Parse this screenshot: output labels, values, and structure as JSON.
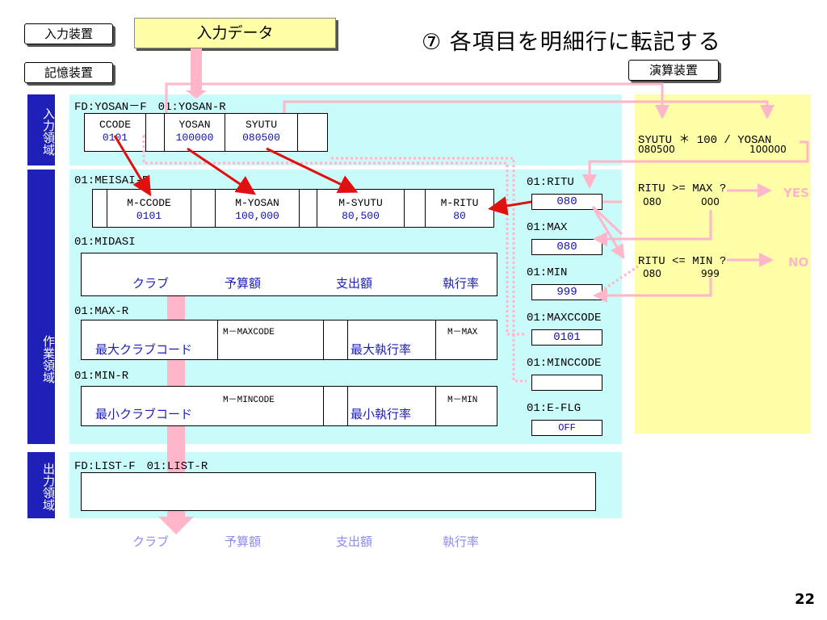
{
  "devices": {
    "input_device": "入力装置",
    "storage_device": "記憶装置",
    "calc_device": "演算装置"
  },
  "input_data_label": "入力データ",
  "title": "⑦ 各項目を明細行に転記する",
  "area_labels": {
    "input": "入力領域",
    "work": "作業領域",
    "output": "出力領域"
  },
  "input_record": {
    "name": "FD:YOSAN－F　01:YOSAN-R",
    "fields": [
      {
        "name": "CCODE",
        "value": "0101"
      },
      {
        "name": "YOSAN",
        "value": "100000"
      },
      {
        "name": "SYUTU",
        "value": "080500"
      },
      {
        "name": "",
        "value": ""
      }
    ]
  },
  "meisai": {
    "name": "01:MEISAI-R",
    "fields": [
      {
        "name": "M-CCODE",
        "value": "0101"
      },
      {
        "name": "M-YOSAN",
        "value": "100,000"
      },
      {
        "name": "M-SYUTU",
        "value": "80,500"
      },
      {
        "name": "M-RITU",
        "value": "80"
      }
    ]
  },
  "midasi": {
    "name": "01:MIDASI",
    "headers": [
      "クラブ",
      "予算額",
      "支出額",
      "執行率"
    ]
  },
  "max_r": {
    "name": "01:MAX-R",
    "label1": "最大クラブコード",
    "field1": "M－MAXCODE",
    "label2": "最大執行率",
    "field2": "M－MAX"
  },
  "min_r": {
    "name": "01:MIN-R",
    "label1": "最小クラブコード",
    "field1": "M－MINCODE",
    "label2": "最小執行率",
    "field2": "M－MIN"
  },
  "work_vars": [
    {
      "name": "01:RITU",
      "value": "080"
    },
    {
      "name": "01:MAX",
      "value": "080"
    },
    {
      "name": "01:MIN",
      "value": "999"
    },
    {
      "name": "01:MAXCCODE",
      "value": "0101"
    },
    {
      "name": "01:MINCCODE",
      "value": ""
    },
    {
      "name": "01:E-FLG",
      "value": "OFF"
    }
  ],
  "calc": {
    "formula": "SYUTU ＊ 100 / YOSAN",
    "formula_val1": "080500",
    "formula_val2": "100000",
    "cmp_max": "RITU >= MAX ?",
    "cmp_max_v1": "080",
    "cmp_max_v2": "000",
    "yes": "YES",
    "cmp_min": "RITU <= MIN ?",
    "cmp_min_v1": "080",
    "cmp_min_v2": "999",
    "no": "NO"
  },
  "output_record": {
    "name": "FD:LIST-F　01:LIST-R"
  },
  "output_headers": [
    "クラブ",
    "予算額",
    "支出額",
    "執行率"
  ],
  "page_number": "22",
  "colors": {
    "area_label": "#1e20b8",
    "area_cyan": "#c9fbfb",
    "area_yellow": "#ffffa8",
    "arrow_red": "#e01010",
    "arrow_pink": "#ffb6c8",
    "value_blue": "#1010b0"
  }
}
